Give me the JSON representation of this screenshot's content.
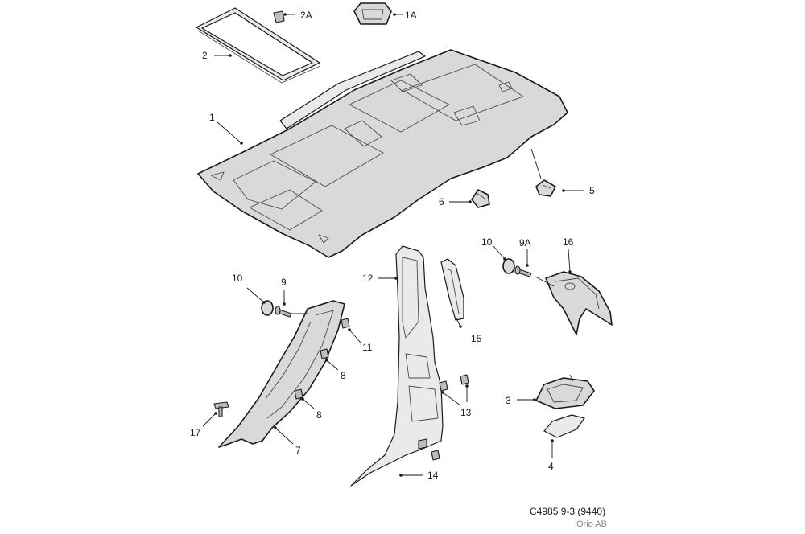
{
  "diagram": {
    "callouts": [
      "2A",
      "1A",
      "2",
      "1",
      "5",
      "6",
      "10",
      "9A",
      "16",
      "12",
      "15",
      "10",
      "9",
      "11",
      "8",
      "8",
      "13",
      "3",
      "17",
      "7",
      "14",
      "4"
    ]
  },
  "footer": {
    "code": "C4985 9-3 (9440)",
    "brand": "Orio AB"
  }
}
